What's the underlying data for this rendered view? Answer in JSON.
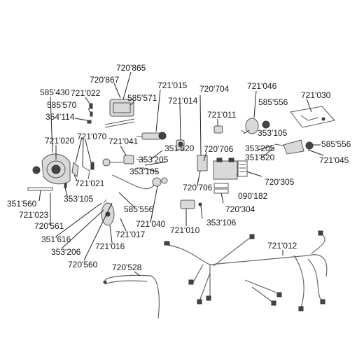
{
  "labels": {
    "l720865": "720'865",
    "l720867": "720'867",
    "l585430": "585'430",
    "l721022": "721'022",
    "l585570": "585'570",
    "l354114": "354'114",
    "l721015": "721'015",
    "l585571": "585'571",
    "l721014": "721'014",
    "l720704": "720'704",
    "l721011": "721'011",
    "l721046": "721'046",
    "l585556a": "585'556",
    "l721030": "721'030",
    "l721070": "721'070",
    "l721020": "721'020",
    "l721041": "721'041",
    "l351520a": "351'520",
    "l353205a": "353'205",
    "l353105a": "353'105",
    "l720706a": "720'706",
    "l353105b": "353'105",
    "l353205b": "353'205",
    "l351520b": "351'520",
    "l585556b": "585'556",
    "l721045": "721'045",
    "l721021": "721'021",
    "l353105c": "353'105",
    "l720706b": "720'706",
    "l090182": "090'182",
    "l720305": "720'305",
    "l351560": "351'560",
    "l721023": "721'023",
    "l720561": "720'561",
    "l585556c": "585'556",
    "l720304": "720'304",
    "l721040": "721'040",
    "l353106": "353'106",
    "l721017": "721'017",
    "l721010": "721'010",
    "l351616": "351'616",
    "l353206": "353'206",
    "l721016": "721'016",
    "l721012": "721'012",
    "l720560": "720'560",
    "l720528": "720'528"
  },
  "colors": {
    "background": "#ffffff",
    "label_text": "#1a1a1a",
    "line_art": "#555555"
  }
}
